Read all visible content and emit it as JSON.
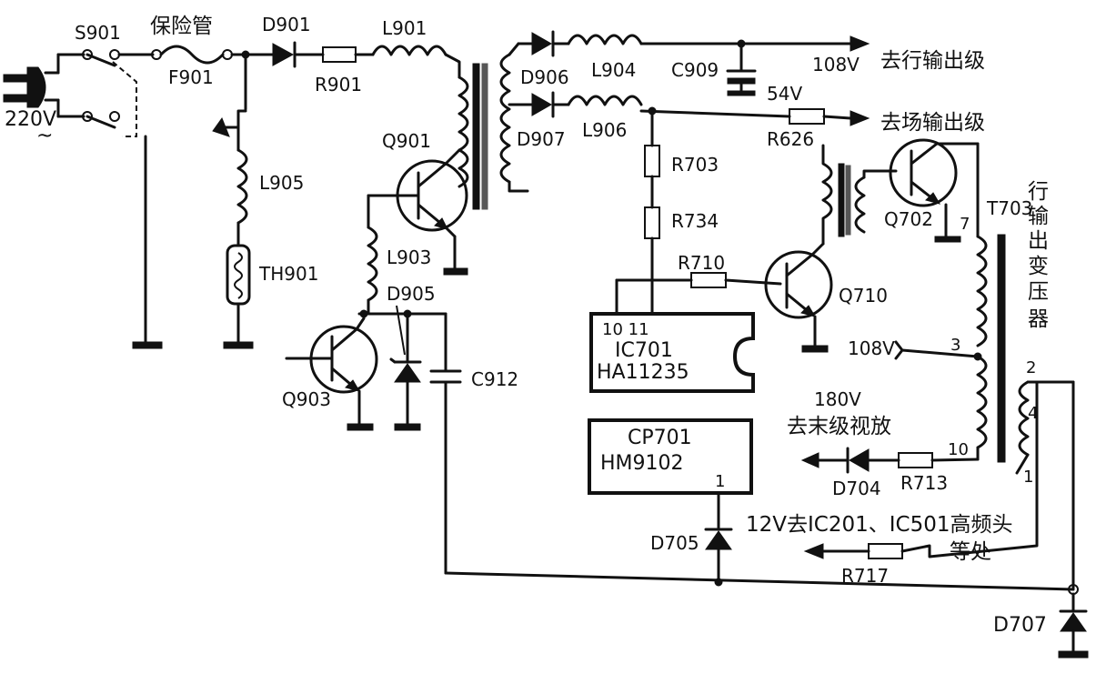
{
  "labels": {
    "s901": "S901",
    "fuse_tube": "保险管",
    "f901": "F901",
    "d901": "D901",
    "l901": "L901",
    "r901": "R901",
    "mains_v": "220V",
    "mains_ac": "~",
    "l905": "L905",
    "th901": "TH901",
    "q901": "Q901",
    "l903": "L903",
    "d905": "D905",
    "q903": "Q903",
    "c912": "C912",
    "d906": "D906",
    "d907": "D907",
    "l904": "L904",
    "l906": "L906",
    "c909": "C909",
    "v108_out": "108V",
    "to_hout": "去行输出级",
    "v54": "54V",
    "to_vout": "去场输出级",
    "r626": "R626",
    "r703": "R703",
    "r734": "R734",
    "r710": "R710",
    "q710": "Q710",
    "q702": "Q702",
    "t703": "T703",
    "flyback": [
      "行",
      "输",
      "出",
      "变",
      "压",
      "器"
    ],
    "ic701_pins": "10  11",
    "ic701_name": "IC701",
    "ic701_part": "HA11235",
    "v108_in": "108V",
    "pin3": "3",
    "pin7": "7",
    "pin2": "2",
    "pin4": "4",
    "pin1": "1",
    "pin10": "10",
    "v180": "180V",
    "to_video_amp": "去末级视放",
    "d704": "D704",
    "r713": "R713",
    "cp701_name": "CP701",
    "cp701_part": "HM9102",
    "cp701_pin1": "1",
    "d705": "D705",
    "v12_line1": "12V去IC201、IC501高频头",
    "v12_line2": "等处",
    "r717": "R717",
    "d707": "D707"
  }
}
